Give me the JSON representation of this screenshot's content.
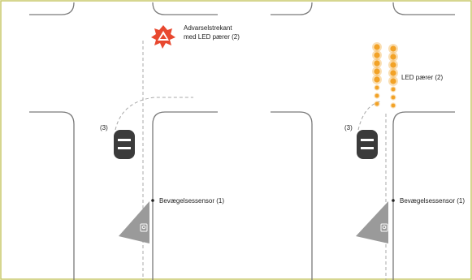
{
  "colors": {
    "frame_border": "#c9c96a",
    "road_edge": "#7a7a7a",
    "lane_line": "#a8a8a8",
    "car": "#3b3b3b",
    "sensor_cone": "#9a9a9a",
    "warning_red": "#e8482f",
    "led_amber": "#f2a227",
    "text": "#222222"
  },
  "panels": {
    "left": {
      "sign_label_line1": "Advarselstrekant",
      "sign_label_line2": "med LED pærer (2)",
      "vehicle_label": "(3)",
      "sensor_label": "Bevægelsessensor (1)",
      "sign_icon": "warning-triangle-led-icon"
    },
    "right": {
      "led_label": "LED pærer (2)",
      "vehicle_label": "(3)",
      "sensor_label": "Bevægelsessensor (1)",
      "led_icon": "led-lights-icon"
    }
  }
}
